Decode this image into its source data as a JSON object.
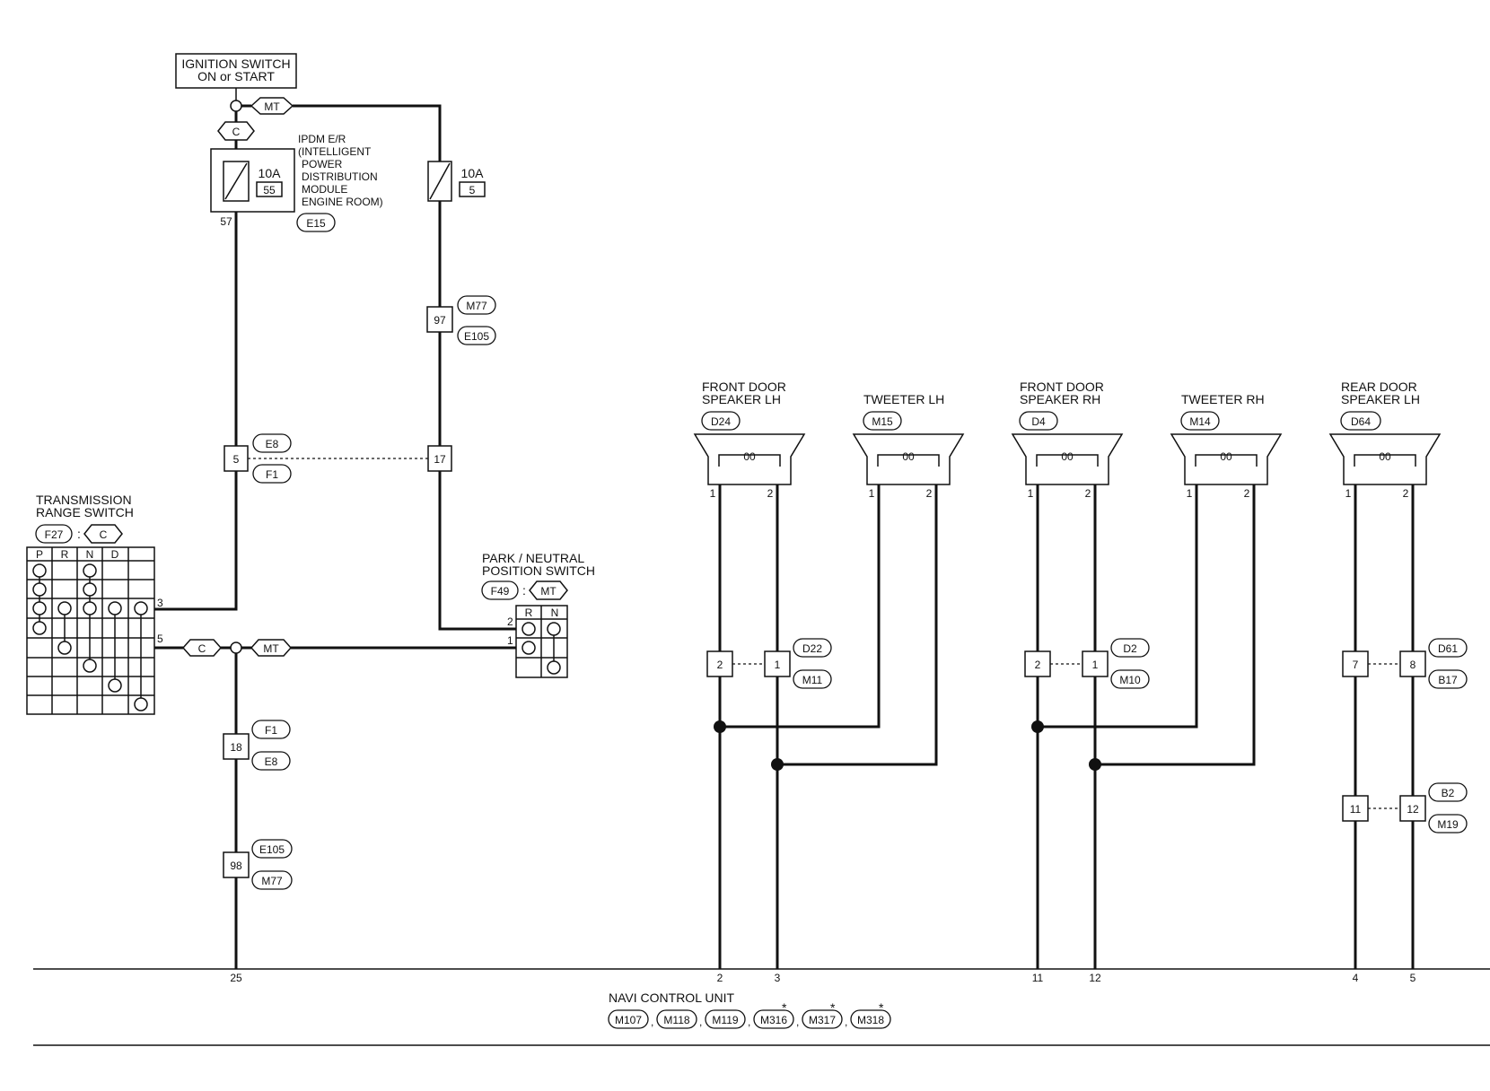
{
  "ignition": {
    "line1": "IGNITION SWITCH",
    "line2": "ON or START"
  },
  "variant_tags": {
    "mt": "MT",
    "c": "C"
  },
  "ipdm": {
    "lines": [
      "IPDM E/R",
      "(INTELLIGENT",
      "POWER",
      "DISTRIBUTION",
      "MODULE",
      "ENGINE ROOM)"
    ],
    "connector": "E15",
    "pin": "57",
    "fuse_rating": "10A",
    "fuse_number": "55"
  },
  "fuse_mt": {
    "rating": "10A",
    "number": "5"
  },
  "joint_97": {
    "pin": "97",
    "connectors": [
      "M77",
      "E105"
    ]
  },
  "joint_17": {
    "pin": "17"
  },
  "joint_5": {
    "pin": "5",
    "connectors": [
      "E8",
      "F1"
    ]
  },
  "joint_18": {
    "pin": "18",
    "connectors": [
      "F1",
      "E8"
    ]
  },
  "joint_98": {
    "pin": "98",
    "connectors": [
      "E105",
      "M77"
    ]
  },
  "transmission_range_switch": {
    "line1": "TRANSMISSION",
    "line2": "RANGE SWITCH",
    "connector": "F27",
    "colon": ":",
    "tag": "C",
    "headers": [
      "P",
      "R",
      "N",
      "D"
    ],
    "pins": [
      "3",
      "5"
    ]
  },
  "park_neutral_switch": {
    "line1": "PARK / NEUTRAL",
    "line2": "POSITION SWITCH",
    "connector": "F49",
    "colon": ":",
    "tag": "MT",
    "headers": [
      "R",
      "N"
    ],
    "pins": [
      "2",
      "1"
    ]
  },
  "coil_symbol": "00",
  "speakers": [
    {
      "line1": "FRONT DOOR",
      "line2": "SPEAKER LH",
      "connector": "D24",
      "pin1": "1",
      "pin2": "2"
    },
    {
      "line1": "",
      "line2": "TWEETER LH",
      "connector": "M15",
      "pin1": "1",
      "pin2": "2"
    },
    {
      "line1": "FRONT DOOR",
      "line2": "SPEAKER RH",
      "connector": "D4",
      "pin1": "1",
      "pin2": "2"
    },
    {
      "line1": "",
      "line2": "TWEETER RH",
      "connector": "M14",
      "pin1": "1",
      "pin2": "2"
    },
    {
      "line1": "REAR DOOR",
      "line2": "SPEAKER LH",
      "connector": "D64",
      "pin1": "1",
      "pin2": "2"
    }
  ],
  "inline_connectors": {
    "lh": {
      "pins": [
        "2",
        "1"
      ],
      "connectors": [
        "D22",
        "M11"
      ]
    },
    "rh": {
      "pins": [
        "2",
        "1"
      ],
      "connectors": [
        "D2",
        "M10"
      ]
    },
    "rear_upper": {
      "pins": [
        "7",
        "8"
      ],
      "connectors": [
        "D61",
        "B17"
      ]
    },
    "rear_lower": {
      "pins": [
        "11",
        "12"
      ],
      "connectors": [
        "B2",
        "M19"
      ]
    }
  },
  "navi": {
    "title": "NAVI CONTROL UNIT",
    "connectors": [
      "M107",
      "M118",
      "M119",
      "M316",
      "M317",
      "M318"
    ],
    "separator": ",",
    "asterisk": "*",
    "pins": [
      "25",
      "2",
      "3",
      "11",
      "12",
      "4",
      "5"
    ]
  }
}
